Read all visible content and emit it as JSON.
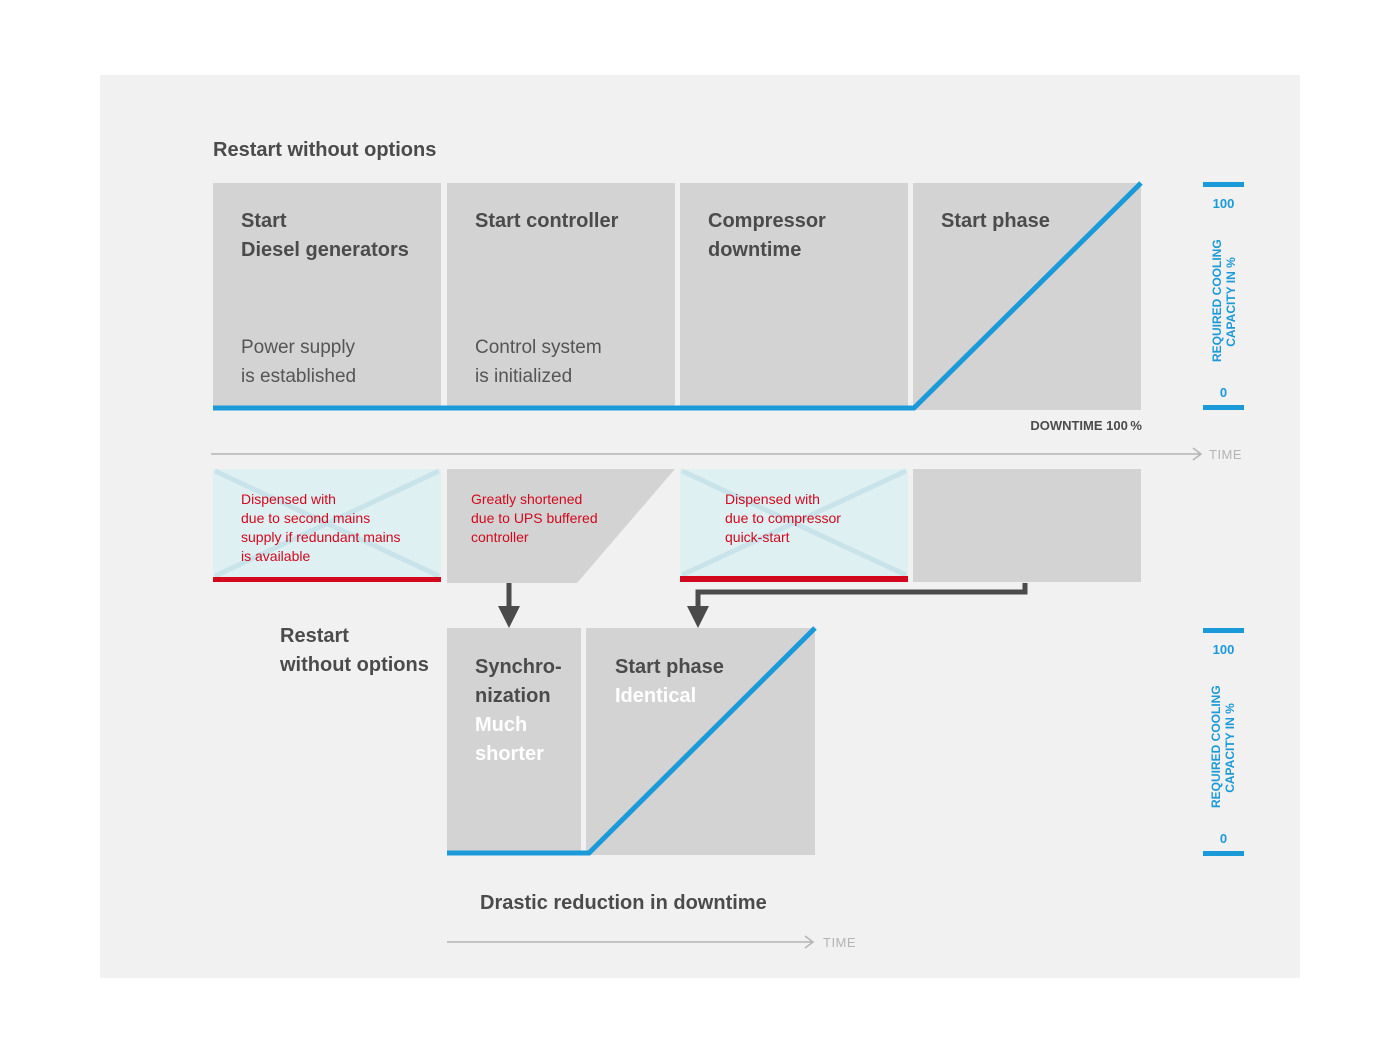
{
  "top": {
    "title": "Restart without options",
    "phases": [
      {
        "title_1": "Start",
        "title_2": "Diesel generators",
        "sub_1": "Power supply",
        "sub_2": "is established"
      },
      {
        "title_1": "Start controller",
        "sub_1": "Control system",
        "sub_2": "is initialized"
      },
      {
        "title_1": "Compressor",
        "title_2": "downtime"
      },
      {
        "title_1": "Start phase"
      }
    ],
    "downtime_label": "DOWNTIME 100 %",
    "time_label": "TIME",
    "scale": {
      "max": "100",
      "min": "0",
      "title_1": "REQUIRED COOLING",
      "title_2": "CAPACITY IN %"
    }
  },
  "middle": {
    "notes": [
      {
        "lines": [
          "Dispensed with",
          "due to second mains",
          "supply if redundant mains",
          "is available"
        ]
      },
      {
        "lines": [
          "Greatly shortened",
          "due to UPS buffered",
          "controller"
        ]
      },
      {
        "lines": [
          "Dispensed with",
          "due to compressor",
          "quick-start"
        ]
      }
    ]
  },
  "bottom": {
    "title_1": "Restart",
    "title_2": "without options",
    "sync": {
      "title_1": "Synchro-",
      "title_2": "nization",
      "em_1": "Much",
      "em_2": "shorter"
    },
    "start": {
      "title_1": "Start phase",
      "em_1": "Identical"
    },
    "caption": "Drastic reduction in downtime",
    "time_label": "TIME",
    "scale": {
      "max": "100",
      "min": "0",
      "title_1": "REQUIRED COOLING",
      "title_2": "CAPACITY IN %"
    }
  },
  "colors": {
    "blue": "#1a9ad9",
    "red": "#d2091e",
    "box": "#d3d3d3",
    "light_blue": "#dff0f3",
    "arrow": "#4b4b4b"
  }
}
